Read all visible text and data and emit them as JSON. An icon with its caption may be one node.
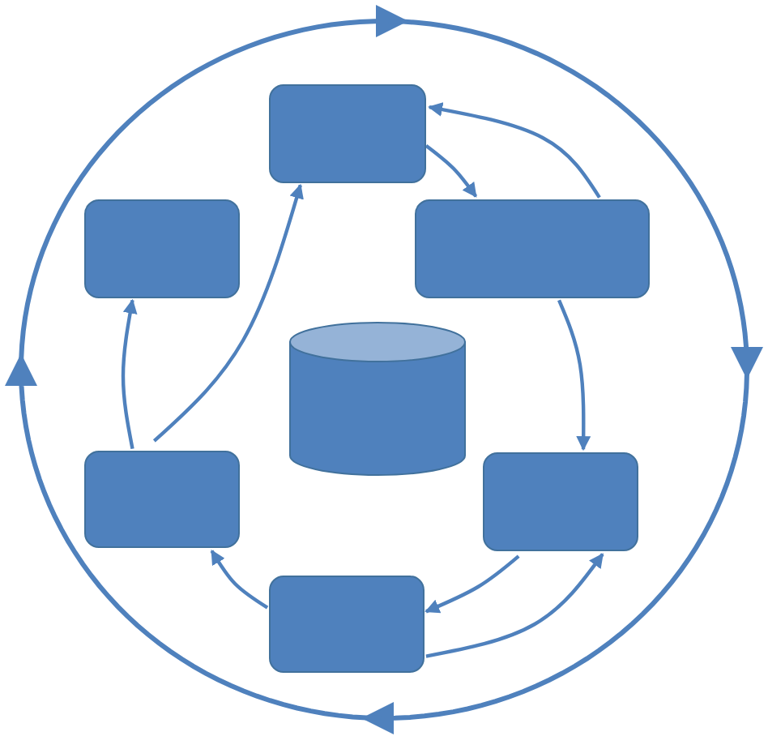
{
  "diagram": {
    "nodes": [
      {
        "text": [],
        "shape": "box"
      },
      {
        "text": [],
        "shape": "box"
      },
      {
        "text": [],
        "shape": "box"
      },
      {
        "text": [],
        "shape": "cylinder"
      },
      {
        "text": [],
        "shape": "box"
      },
      {
        "text": [],
        "shape": "box"
      },
      {
        "text": [],
        "shape": "box"
      }
    ],
    "edges": [
      {
        "from": 0,
        "to": 2,
        "arrow": "to"
      },
      {
        "from": 2,
        "to": 0,
        "arrow": "to"
      },
      {
        "from": 2,
        "to": 5,
        "arrow": "to"
      },
      {
        "from": 5,
        "to": 6,
        "arrow": "to"
      },
      {
        "from": 6,
        "to": 5,
        "arrow": "to"
      },
      {
        "from": 6,
        "to": 4,
        "arrow": "to"
      },
      {
        "from": 4,
        "to": 1,
        "arrow": "to"
      },
      {
        "from": 4,
        "to": 0,
        "arrow": "to"
      }
    ]
  }
}
